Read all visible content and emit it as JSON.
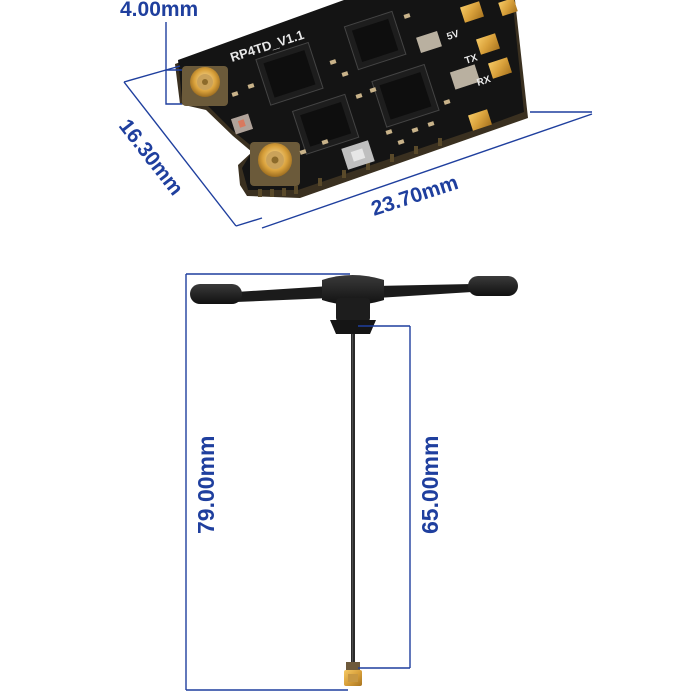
{
  "board": {
    "silkscreen_model": "RP4TD_V1.1",
    "pad_labels": [
      "5V",
      "TX",
      "RX"
    ]
  },
  "dimensions": {
    "thickness": "4.00mm",
    "width": "16.30mm",
    "length": "23.70mm",
    "antenna_total": "79.00mm",
    "antenna_cable": "65.00mm"
  },
  "colors": {
    "dimension_line": "#1f3f9e",
    "pcb": "#151515",
    "gold": "#d9a13b",
    "antenna": "#1e1e1e"
  }
}
